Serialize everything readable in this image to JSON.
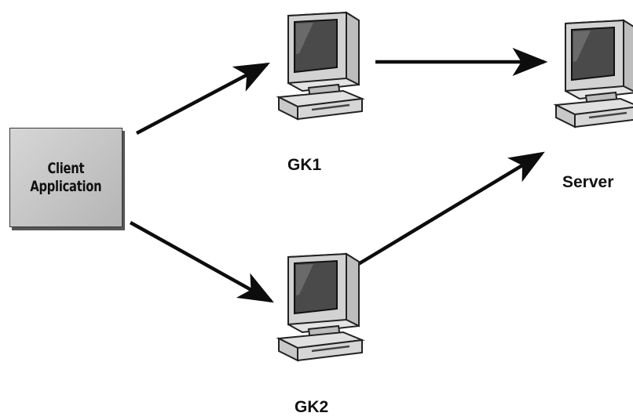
{
  "client": {
    "line1": "Client",
    "line2": "Application"
  },
  "nodes": {
    "gk1": "GK1",
    "gk2": "GK2",
    "server": "Server"
  },
  "icons": {
    "gk1": "computer-icon",
    "gk2": "computer-icon",
    "server": "computer-icon"
  }
}
